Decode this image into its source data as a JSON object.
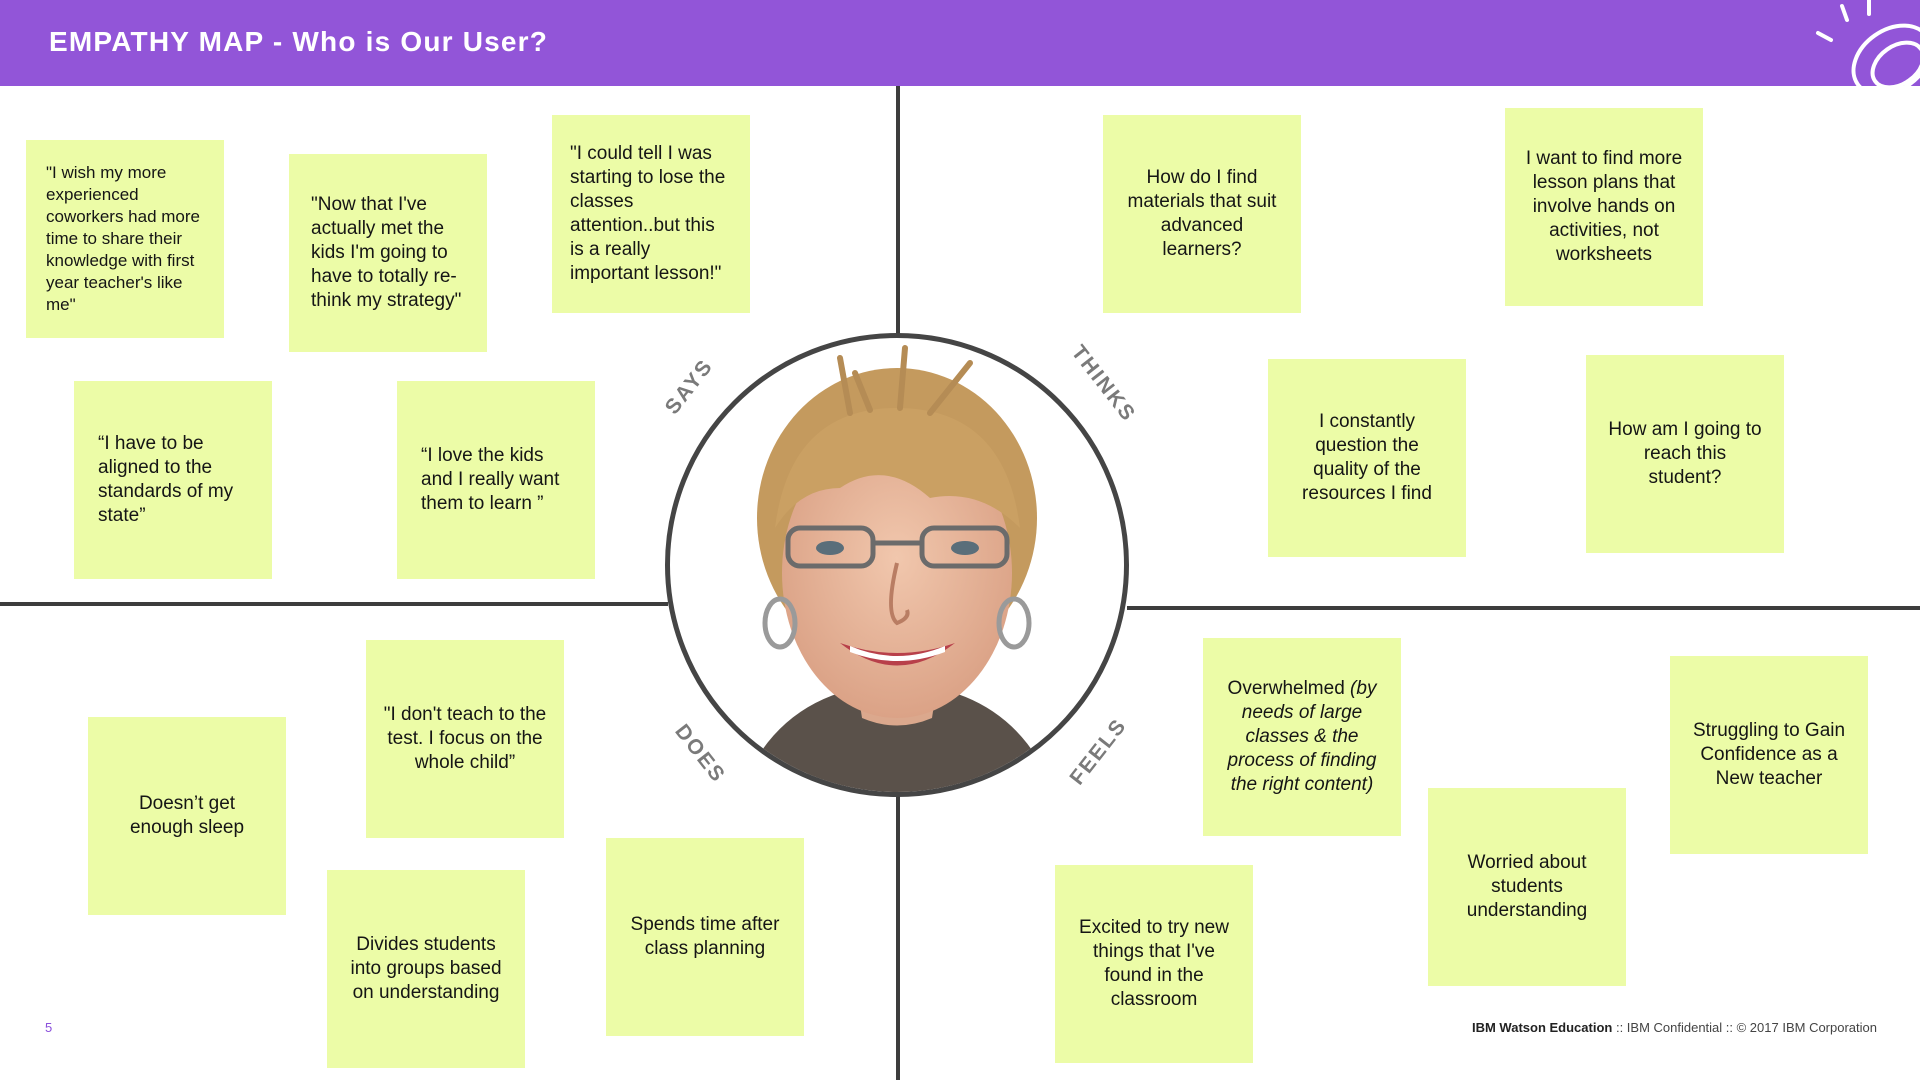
{
  "header": {
    "title": "EMPATHY MAP - Who is Our User?"
  },
  "quadrants": {
    "says": "SAYS",
    "thinks": "THINKS",
    "does": "DOES",
    "feels": "FEELS"
  },
  "notes": {
    "says_1": "\"I wish my more experienced coworkers had more time to share their knowledge with first year teacher's like me\"",
    "says_2": "\"Now that I've actually met the kids I'm going to have to totally re-think my strategy\"",
    "says_3": "\"I could tell I was starting to lose the classes attention..but this is a really important lesson!\"",
    "says_4": "“I have to be aligned to the standards of my state”",
    "says_5": "“I love the kids and I really want them to learn ”",
    "thinks_1": "How do I find materials that suit advanced learners?",
    "thinks_2": "I want to find more lesson plans that involve hands on activities, not worksheets",
    "thinks_3": "I constantly question the quality of the resources I find",
    "thinks_4": "How am I going to reach this student?",
    "does_1": "\"I don't teach to the test. I focus on the whole child”",
    "does_2": "Doesn’t get enough sleep",
    "does_3": "Divides students into groups based on understanding",
    "does_4": "Spends time after class planning",
    "feels_1_main": "Overwhelmed ",
    "feels_1_italic": "(by needs of large classes & the process of finding the right content)",
    "feels_2": "Struggling to Gain Confidence as a New teacher",
    "feels_3": "Worried about students understanding",
    "feels_4": "Excited to try new things that I've found in the classroom"
  },
  "footer": {
    "brand": "IBM Watson Education",
    "rest": " :: IBM Confidential :: © 2017 IBM Corporation",
    "page_number": "5"
  },
  "colors": {
    "header": "#9255d8",
    "sticky": "#ecfca7",
    "divider": "#3d3d3d",
    "label": "#7a7a7a"
  },
  "icons": {
    "logo": "ibm-sun-icon",
    "portrait": "user-portrait"
  }
}
